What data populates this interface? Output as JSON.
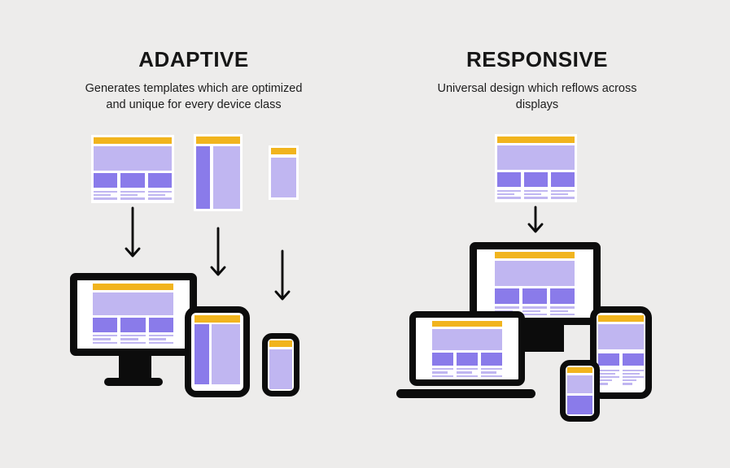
{
  "colors": {
    "bg": "#edeceb",
    "ink": "#0c0c0c",
    "text": "#1d1d1d",
    "yellow": "#f1b41e",
    "lavender": "#c0b6f1",
    "purple": "#8a7bea",
    "white": "#ffffff"
  },
  "adaptive": {
    "title": "ADAPTIVE",
    "subtitle_line1": "Generates templates which are optimized",
    "subtitle_line2": "and unique for every device class"
  },
  "responsive": {
    "title": "RESPONSIVE",
    "subtitle_line1": "Universal design which reflows across",
    "subtitle_line2": "displays"
  }
}
